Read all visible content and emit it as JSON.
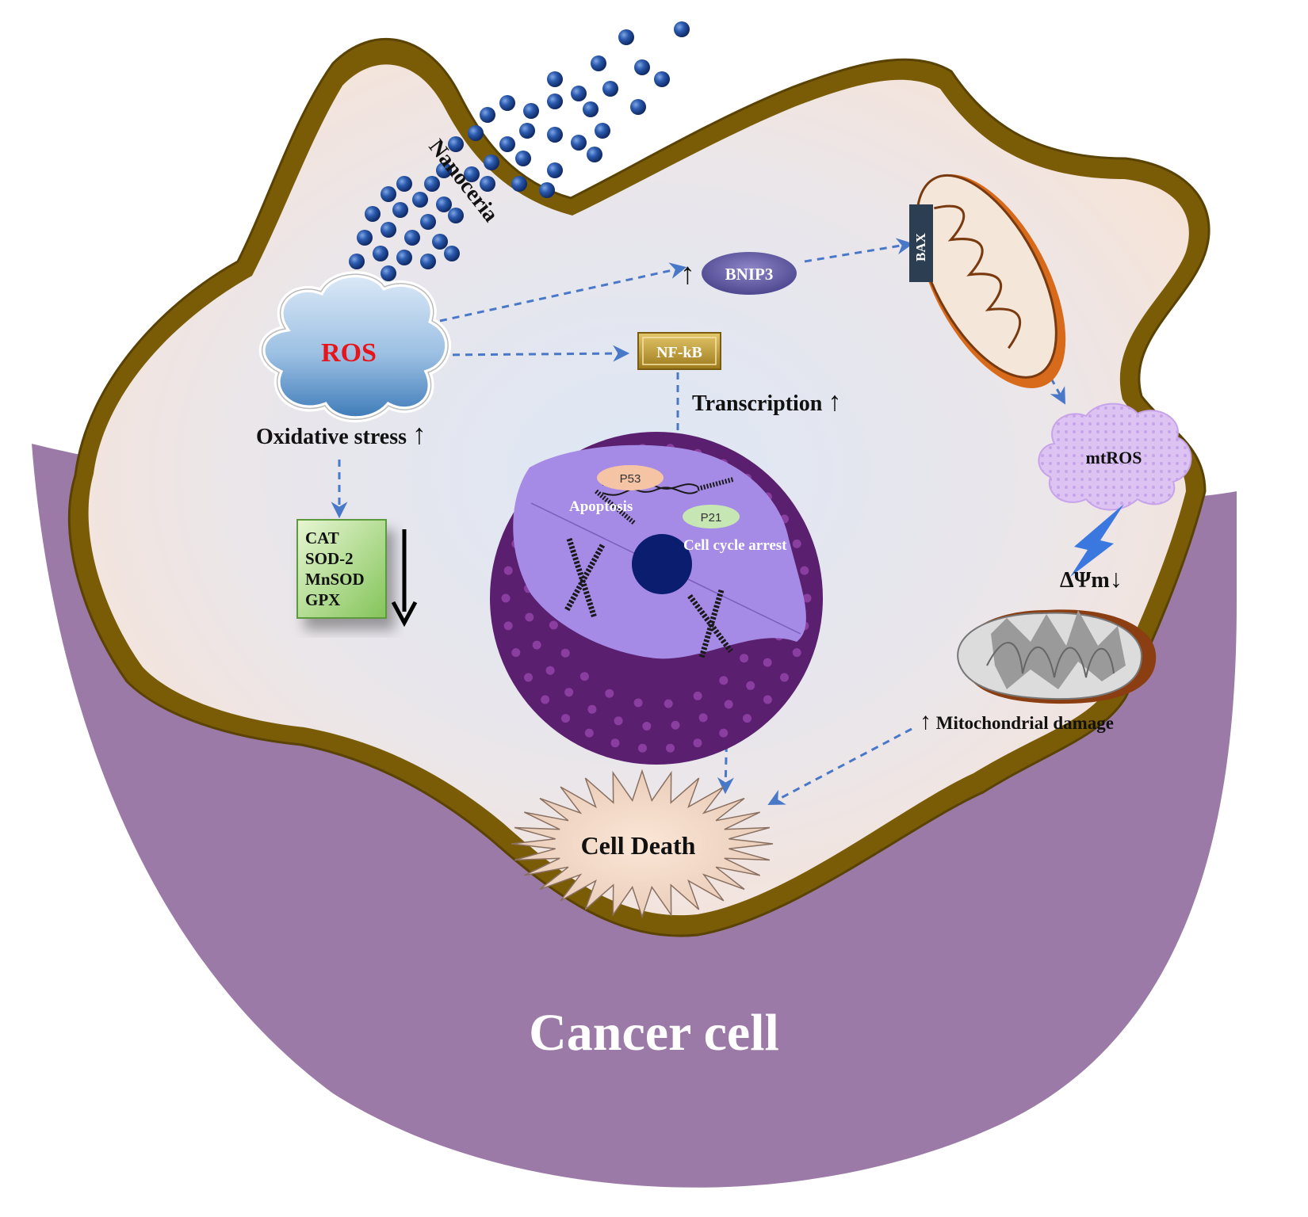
{
  "title": "Cancer cell",
  "nanoparticle_label": "Nanoceria",
  "ros": {
    "label": "ROS",
    "effect": "Oxidative stress",
    "effect_arrow": "↑"
  },
  "enzymes": {
    "items": [
      "CAT",
      "SOD-2",
      "MnSOD",
      "GPX"
    ],
    "arrow": "↓"
  },
  "bnip3": {
    "label": "BNIP3",
    "arrow": "↑"
  },
  "nfkb": {
    "label": "NF-kB"
  },
  "transcription": {
    "label": "Transcription",
    "arrow": "↑"
  },
  "nucleus": {
    "p53": "P53",
    "p21": "P21",
    "apoptosis": "Apoptosis",
    "cell_cycle_arrest": "Cell cycle arrest"
  },
  "bax": {
    "label": "BAX"
  },
  "mtros": {
    "label": "mtROS"
  },
  "membrane_potential": {
    "label": "ΔΨm",
    "arrow": "↓"
  },
  "mito_damage": {
    "label": "Mitochondrial damage",
    "arrow": "↑"
  },
  "cell_death": {
    "label": "Cell Death"
  },
  "colors": {
    "membrane": "#7a5c06",
    "outer_purple": "#9c7aa8",
    "cytoplasm": "#f7e6da",
    "nucleus_dark": "#5a1f6f",
    "nucleus_light": "#a58ae6",
    "nanoparticle": "#1f4a9c",
    "ros_red": "#e8141c",
    "arrow_blue": "#4a78c8"
  }
}
